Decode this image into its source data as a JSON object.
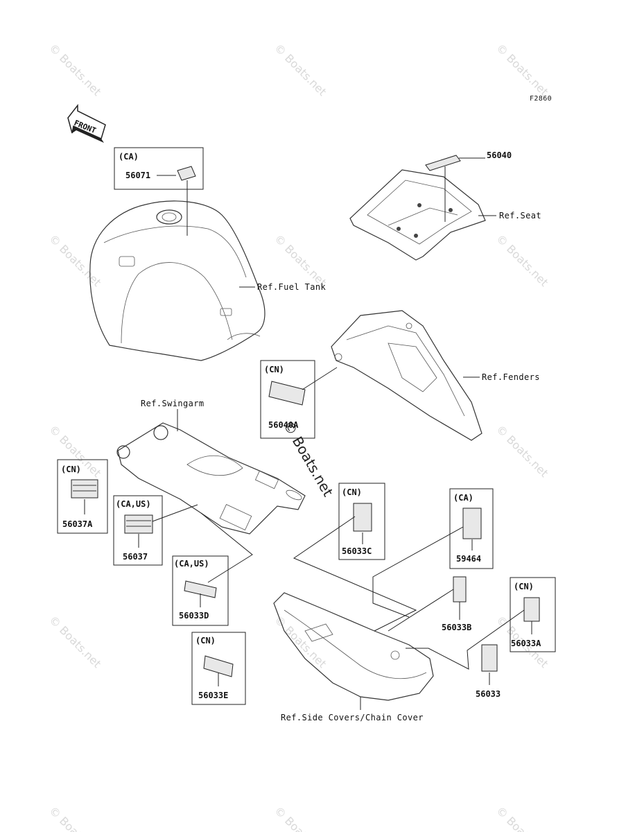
{
  "figure_code": "F2860",
  "front_arrow": "FRONT",
  "watermark": "© Boats.net",
  "refs": {
    "fuel_tank": "Ref.Fuel Tank",
    "seat": "Ref.Seat",
    "fenders": "Ref.Fenders",
    "swingarm": "Ref.Swingarm",
    "side_covers": "Ref.Side Covers/Chain Cover"
  },
  "parts": {
    "p56071": {
      "region": "(CA)",
      "number": "56071"
    },
    "p56040": {
      "region": "",
      "number": "56040"
    },
    "p56040A": {
      "region": "(CN)",
      "number": "56040A"
    },
    "p56037A": {
      "region": "(CN)",
      "number": "56037A"
    },
    "p56037": {
      "region": "(CA,US)",
      "number": "56037"
    },
    "p56033D": {
      "region": "(CA,US)",
      "number": "56033D"
    },
    "p56033E": {
      "region": "(CN)",
      "number": "56033E"
    },
    "p56033C": {
      "region": "(CN)",
      "number": "56033C"
    },
    "p59464": {
      "region": "(CA)",
      "number": "59464"
    },
    "p56033B": {
      "region": "",
      "number": "56033B"
    },
    "p56033A": {
      "region": "(CN)",
      "number": "56033A"
    },
    "p56033": {
      "region": "",
      "number": "56033"
    }
  }
}
